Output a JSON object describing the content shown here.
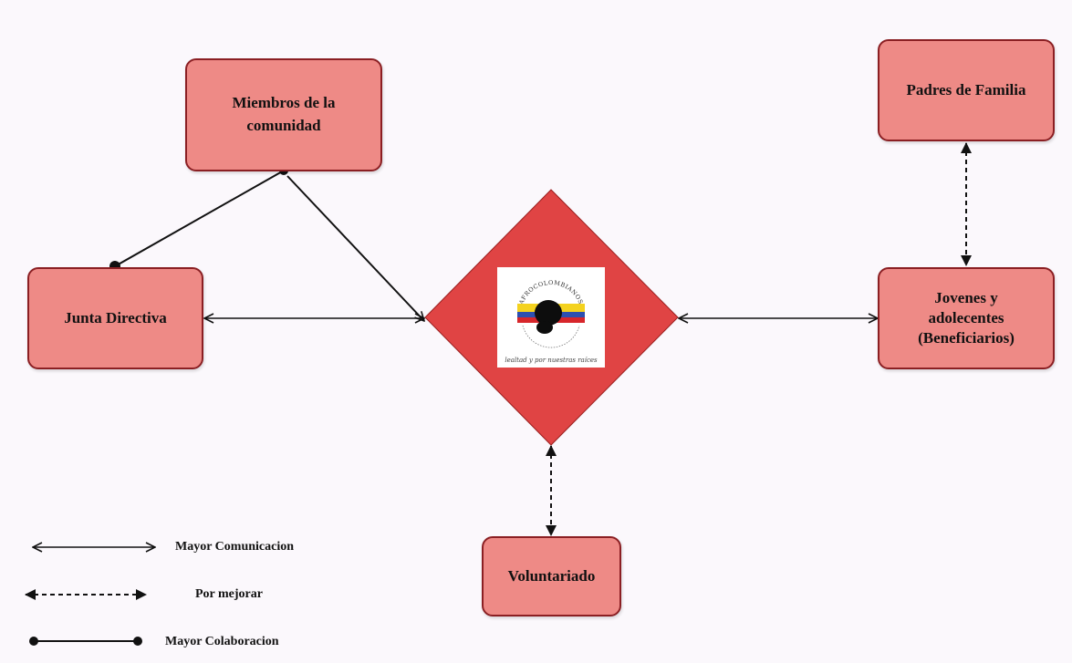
{
  "nodes": {
    "miembros": {
      "lines": [
        "Miembros de la",
        "comunidad"
      ]
    },
    "junta": {
      "lines": [
        "Junta Directiva"
      ]
    },
    "padres": {
      "lines": [
        "Padres de Familia"
      ]
    },
    "jovenes": {
      "lines": [
        "Jovenes y",
        "adolecentes",
        "(Beneficiarios)"
      ]
    },
    "voluntariado": {
      "lines": [
        "Voluntariado"
      ]
    }
  },
  "center": {
    "logo_text_top": "AFROCOLOMBIANOS",
    "logo_tagline": "lealtad y por nuestras raíces"
  },
  "legend": {
    "communication": "Mayor Comunicacion",
    "improve": "Por mejorar",
    "collaboration": "Mayor Colaboracion"
  },
  "colors": {
    "node_fill": "#ee8a86",
    "node_border": "#8b1f23",
    "center_fill": "#e04444",
    "line": "#111111",
    "background": "#fbf8fc"
  }
}
